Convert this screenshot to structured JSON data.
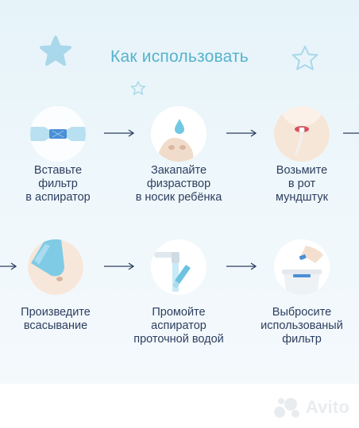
{
  "title": "Как использовать",
  "steps": [
    {
      "label_lines": [
        "Вставьте",
        "фильтр",
        "в аспиратор"
      ],
      "icon": "filter-insert-icon"
    },
    {
      "label_lines": [
        "Закапайте",
        "физраствор",
        "в носик ребёнка"
      ],
      "icon": "drop-nose-icon"
    },
    {
      "label_lines": [
        "Возьмите",
        "в рот",
        "мундштук"
      ],
      "icon": "mouthpiece-icon"
    },
    {
      "label_lines": [
        "Произведите",
        "всасывание"
      ],
      "icon": "suction-icon"
    },
    {
      "label_lines": [
        "Промойте",
        "аспиратор",
        "проточной водой"
      ],
      "icon": "rinse-icon"
    },
    {
      "label_lines": [
        "Выбросите",
        "использованый",
        "фильтр"
      ],
      "icon": "discard-filter-icon"
    }
  ],
  "watermark": "Avito",
  "colors": {
    "accent": "#55b3cc",
    "text": "#2d3e5f",
    "background": "#e6f3f9",
    "star": "#a9d8ea"
  }
}
